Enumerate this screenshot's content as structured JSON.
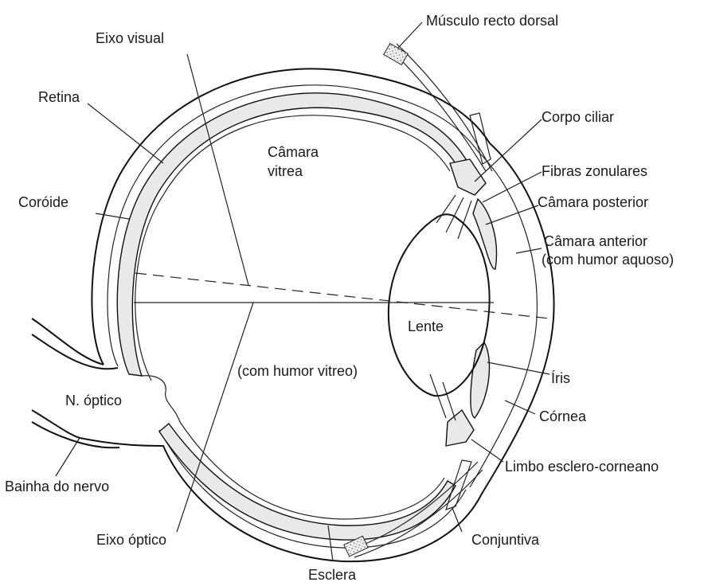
{
  "diagram": {
    "labels": {
      "musculo": "Músculo recto dorsal",
      "eixo_visual": "Eixo visual",
      "retina": "Retina",
      "corpo_ciliar": "Corpo ciliar",
      "camara_vitrea_1": "Câmara",
      "camara_vitrea_2": "vitrea",
      "fibras": "Fibras zonulares",
      "coroide": "Coróide",
      "camara_posterior": "Câmara posterior",
      "camara_anterior_1": "Câmara anterior",
      "camara_anterior_2": "(com humor aquoso)",
      "lente": "Lente",
      "humor_vitreo": "(com humor vitreo)",
      "iris": "Íris",
      "nervo_optico": "N. óptico",
      "cornea": "Córnea",
      "limbo": "Limbo esclero-corneano",
      "bainha": "Bainha do nervo",
      "eixo_optico": "Eixo óptico",
      "conjuntiva": "Conjuntiva",
      "esclera": "Esclera"
    }
  }
}
